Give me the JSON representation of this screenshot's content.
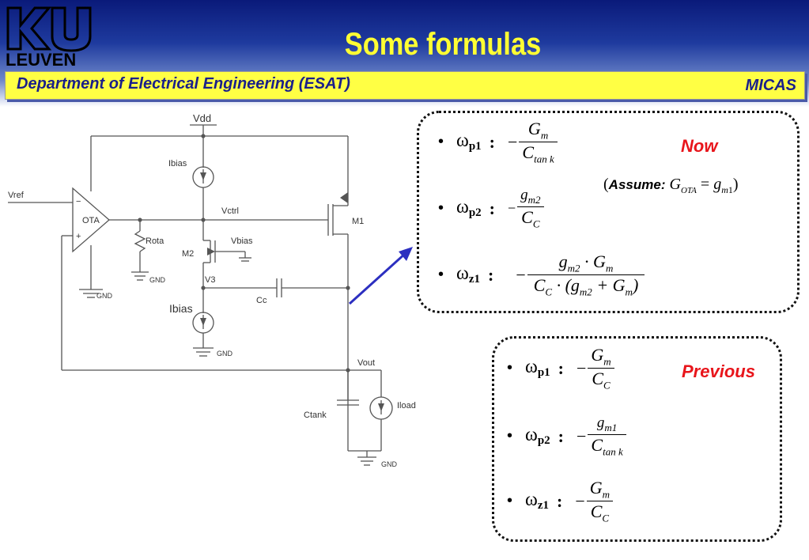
{
  "header": {
    "logo_text": "LEUVEN",
    "title": "Some formulas",
    "department": "Department of Electrical Engineering (ESAT)",
    "group": "MICAS"
  },
  "circuit": {
    "labels": {
      "vdd": "Vdd",
      "vref": "Vref",
      "ota": "OTA",
      "minus": "−",
      "plus": "+",
      "gnd": "GND",
      "ibias_top": "Ibias",
      "vctrl": "Vctrl",
      "m1": "M1",
      "rota": "Rota",
      "m2": "M2",
      "vbias": "Vbias",
      "v3": "V3",
      "cc": "Cc",
      "ibias_bottom": "Ibias",
      "vout": "Vout",
      "ctank": "Ctank",
      "iload": "Iload"
    }
  },
  "now": {
    "tag": "Now",
    "assume_label": "Assume:",
    "rows": [
      {
        "bullet": "•",
        "omega": "ω",
        "sub": "p1",
        "colon": ":",
        "sign": "−",
        "num": "G",
        "num_sub": "m",
        "den": "C",
        "den_sub": "tan k"
      },
      {
        "bullet": "•",
        "omega": "ω",
        "sub": "p2",
        "colon": ":",
        "sign": "−",
        "num": "g",
        "num_sub": "m2",
        "den": "C",
        "den_sub": "C"
      },
      {
        "bullet": "•",
        "omega": "ω",
        "sub": "z1",
        "colon": ":",
        "sign": "−",
        "num": "g",
        "num_sub": "m2",
        "num_mid": " · G",
        "num_sub2": "m",
        "den": "C",
        "den_sub": "C",
        "den_mid": " · (g",
        "den_sub2": "m2",
        "den_mid2": " + G",
        "den_sub3": "m",
        "den_end": ")"
      }
    ]
  },
  "previous": {
    "tag": "Previous",
    "rows": [
      {
        "bullet": "•",
        "omega": "ω",
        "sub": "p1",
        "colon": ":",
        "sign": "−",
        "num": "G",
        "num_sub": "m",
        "den": "C",
        "den_sub": "C"
      },
      {
        "bullet": "•",
        "omega": "ω",
        "sub": "p2",
        "colon": ":",
        "sign": "−",
        "num": "g",
        "num_sub": "m1",
        "den": "C",
        "den_sub": "tan k"
      },
      {
        "bullet": "•",
        "omega": "ω",
        "sub": "z1",
        "colon": ":",
        "sign": "−",
        "num": "G",
        "num_sub": "m",
        "den": "C",
        "den_sub": "C"
      }
    ]
  }
}
